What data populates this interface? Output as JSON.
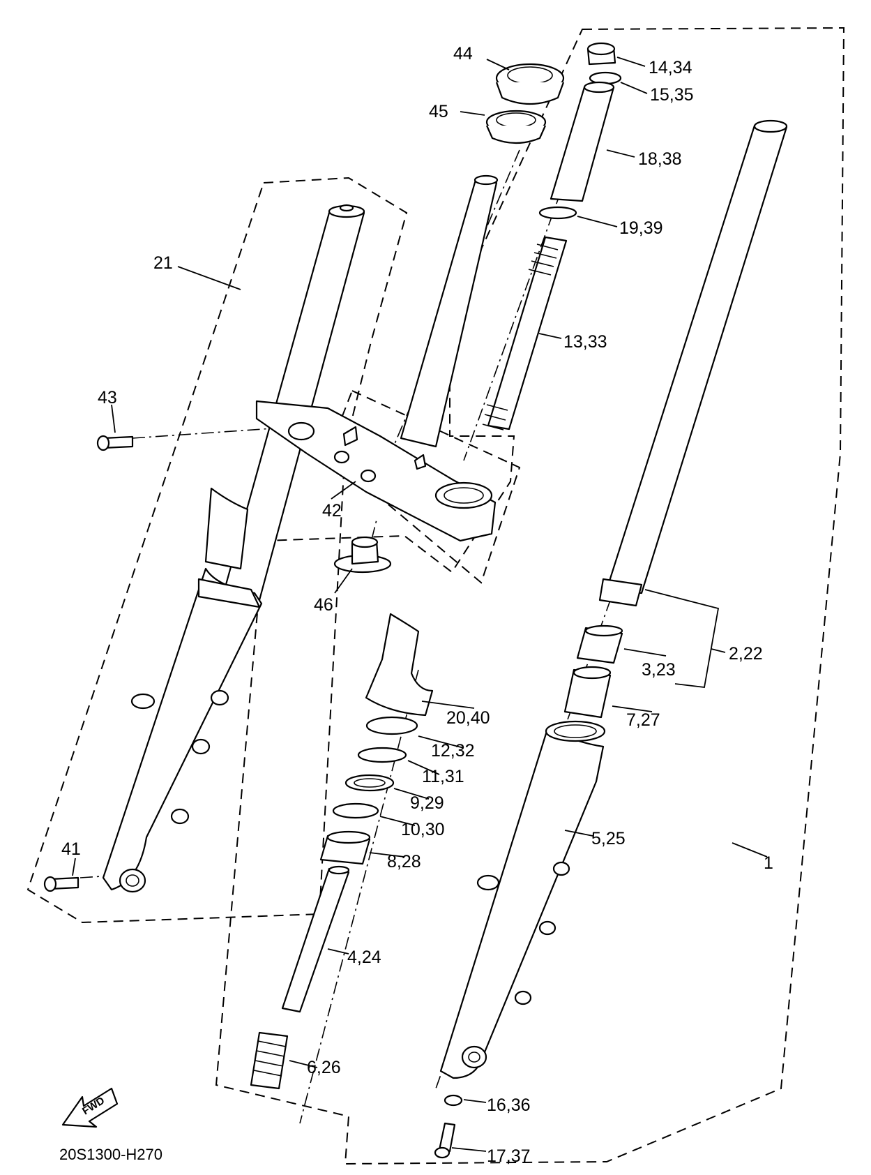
{
  "diagram_code": "20S1300-H270",
  "fwd_label": "FWD",
  "callouts": {
    "c44": "44",
    "c45": "45",
    "c14_34": "14,34",
    "c15_35": "15,35",
    "c18_38": "18,38",
    "c19_39": "19,39",
    "c21": "21",
    "c13_33": "13,33",
    "c43": "43",
    "c42": "42",
    "c46": "46",
    "c2_22": "2,22",
    "c3_23": "3,23",
    "c7_27": "7,27",
    "c20_40": "20,40",
    "c12_32": "12,32",
    "c11_31": "11,31",
    "c9_29": "9,29",
    "c10_30": "10,30",
    "c8_28": "8,28",
    "c5_25": "5,25",
    "c1": "1",
    "c41": "41",
    "c4_24": "4,24",
    "c6_26": "6,26",
    "c16_36": "16,36",
    "c17_37": "17,37"
  }
}
